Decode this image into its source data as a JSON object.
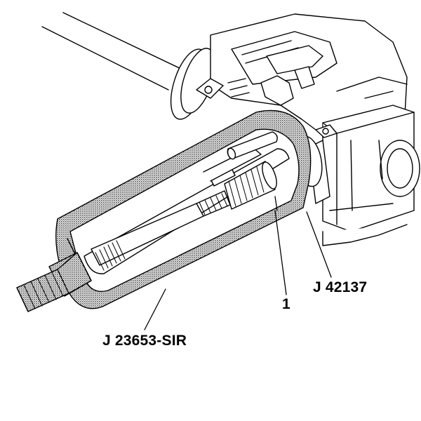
{
  "labels": {
    "tool_j42137": "J 42137",
    "tool_j23653": "J 23653-SIR",
    "item_1": "1"
  },
  "colors": {
    "line": "#000000",
    "background": "#ffffff",
    "stipple": "#6e6e6e"
  }
}
